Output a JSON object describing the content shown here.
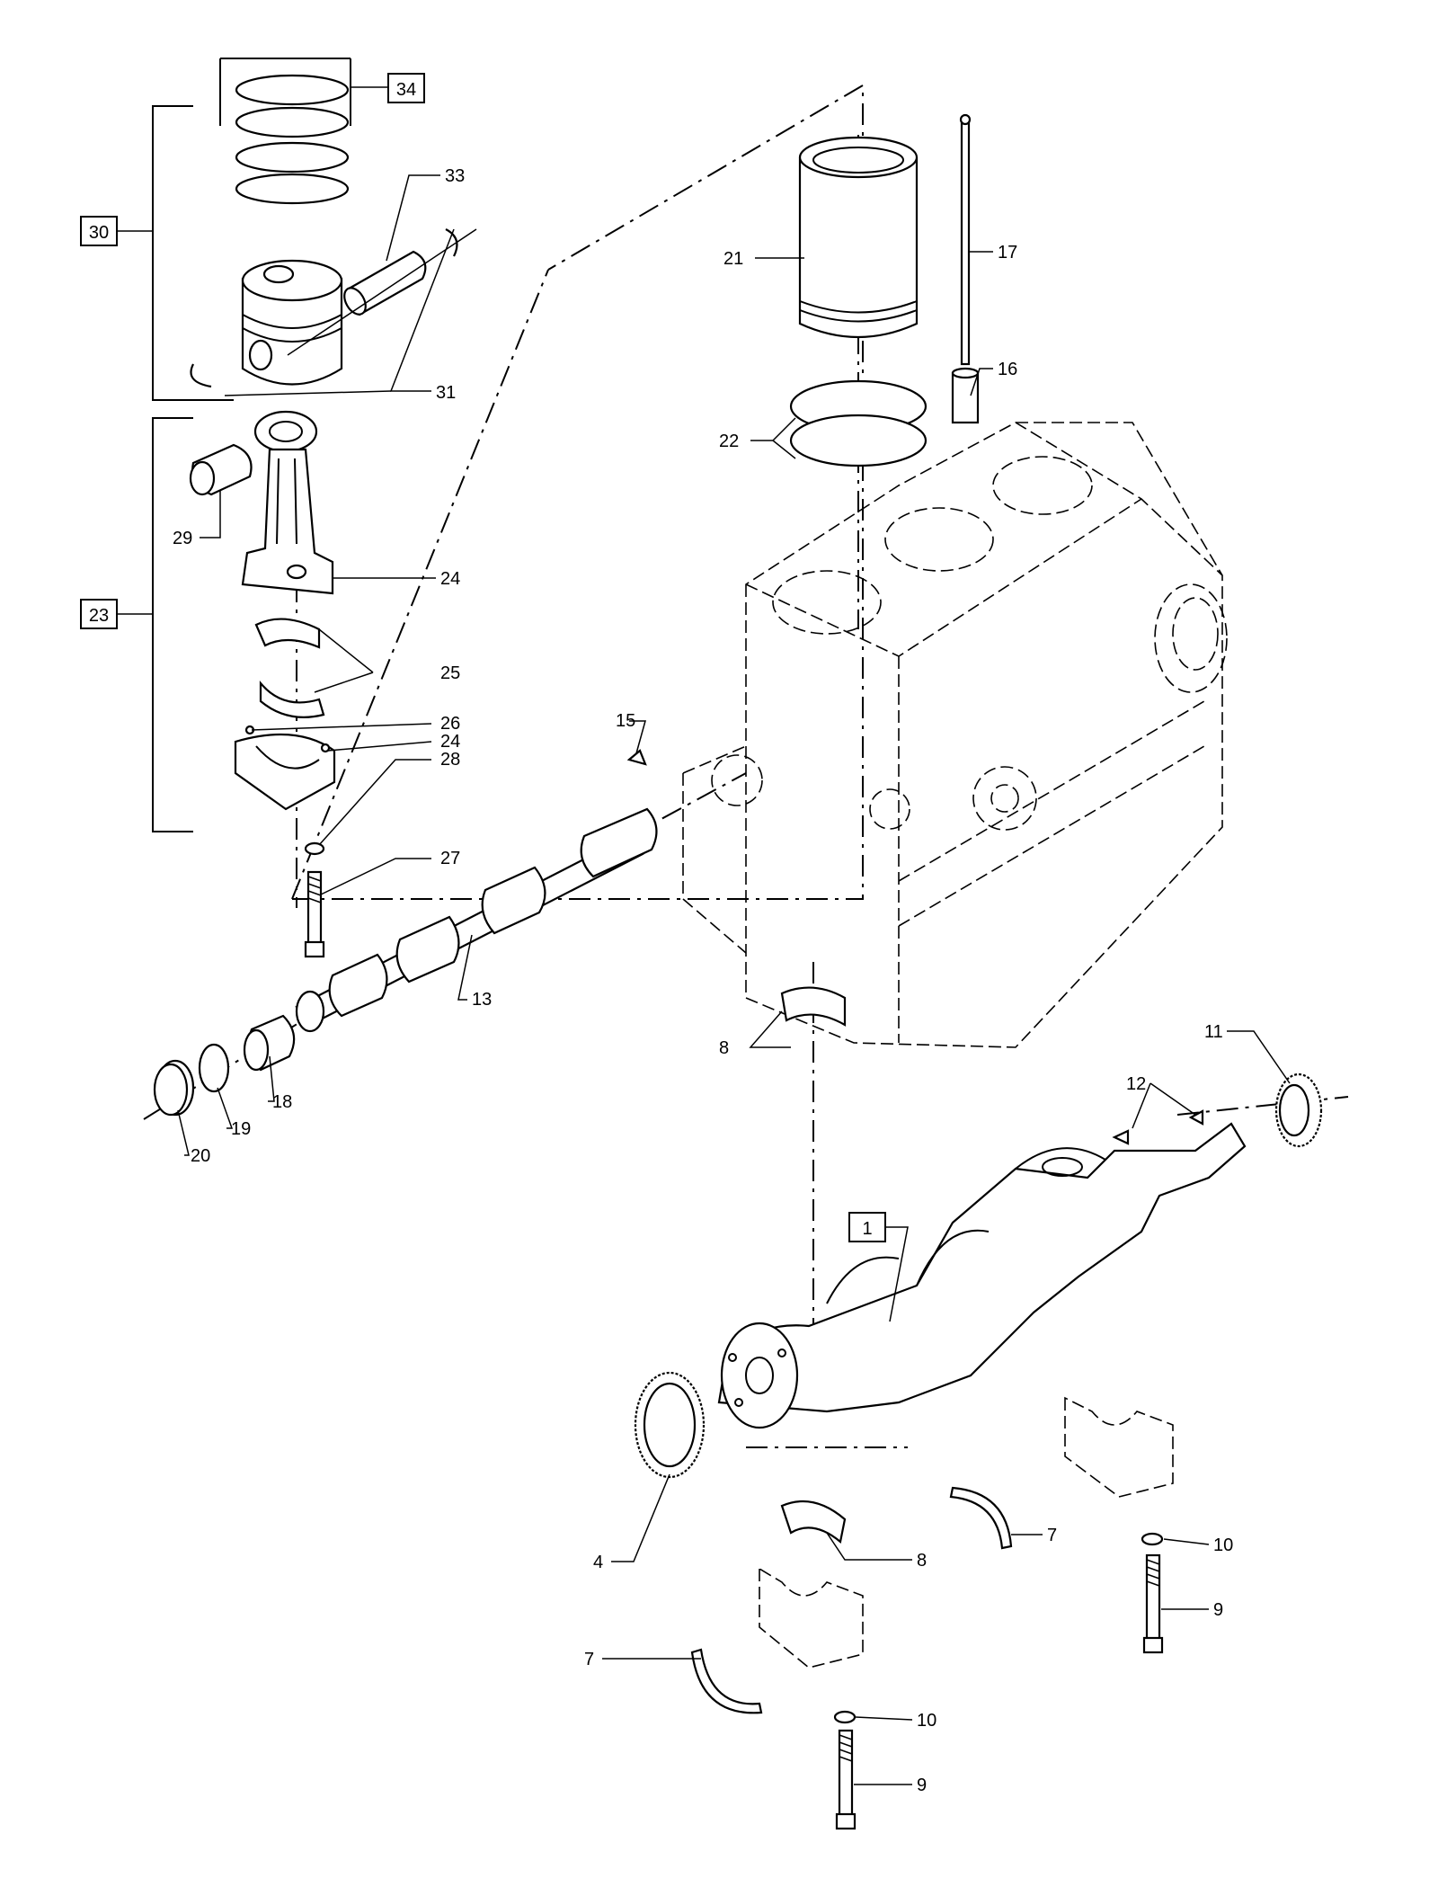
{
  "labels": {
    "l1": "1",
    "l4": "4",
    "l7a": "7",
    "l7b": "7",
    "l8a": "8",
    "l8b": "8",
    "l9a": "9",
    "l9b": "9",
    "l10a": "10",
    "l10b": "10",
    "l11": "11",
    "l12": "12",
    "l13": "13",
    "l15": "15",
    "l16": "16",
    "l17": "17",
    "l18": "18",
    "l19": "19",
    "l20": "20",
    "l21": "21",
    "l22": "22",
    "l23": "23",
    "l24a": "24",
    "l24b": "24",
    "l25": "25",
    "l26": "26",
    "l27": "27",
    "l28": "28",
    "l29": "29",
    "l30": "30",
    "l31": "31",
    "l33": "33",
    "l34": "34"
  }
}
